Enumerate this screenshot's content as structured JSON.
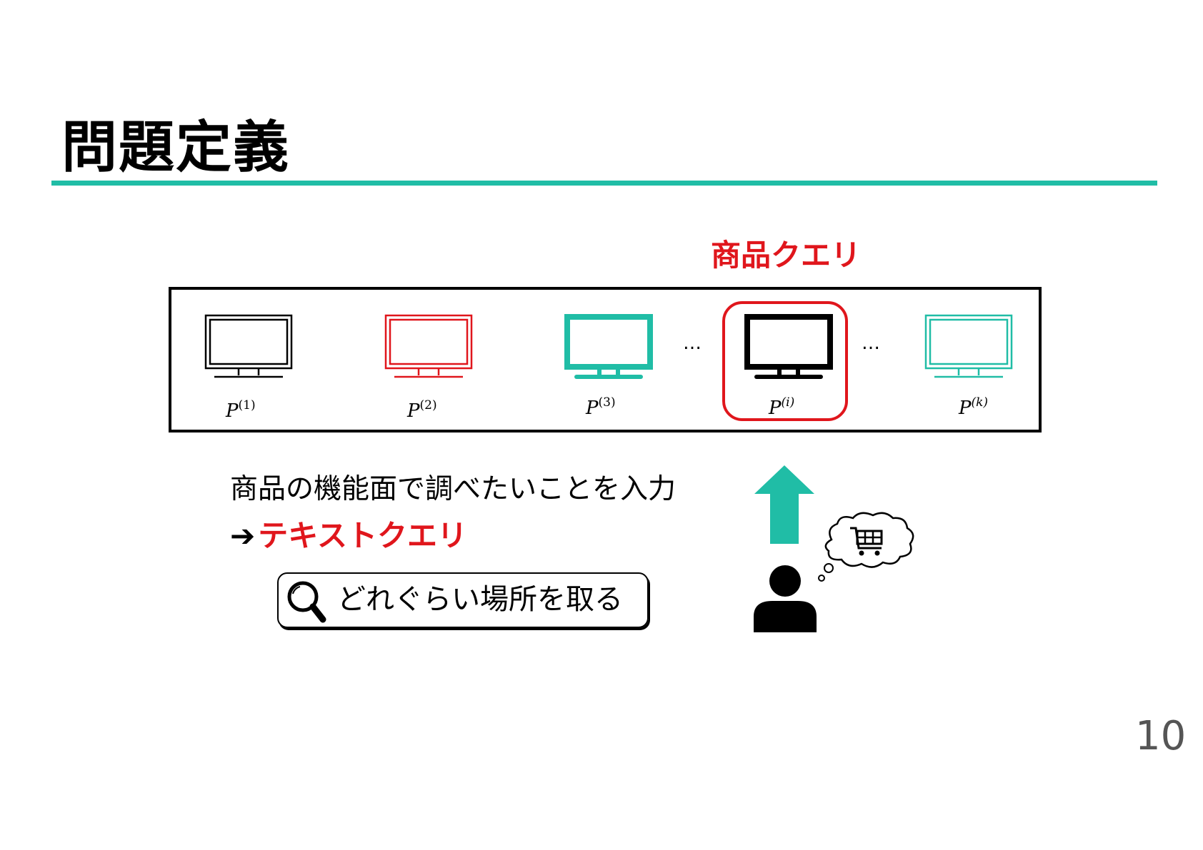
{
  "slide": {
    "title": "問題定義",
    "page_number": "10"
  },
  "colors": {
    "accent": "#20bda6",
    "highlight": "#e0161c",
    "text": "#000000"
  },
  "query_label": "商品クエリ",
  "products": [
    {
      "base": "P",
      "index": "(1)",
      "style": "outline-black",
      "icon": "monitor-icon"
    },
    {
      "base": "P",
      "index": "(2)",
      "style": "outline-red",
      "icon": "monitor-icon"
    },
    {
      "base": "P",
      "index": "(3)",
      "style": "solid-teal",
      "icon": "monitor-icon"
    },
    {
      "base": "P",
      "index": "(i)",
      "style": "solid-black",
      "icon": "monitor-icon"
    },
    {
      "base": "P",
      "index": "(k)",
      "style": "outline-teal",
      "icon": "monitor-icon"
    }
  ],
  "ellipsis": [
    "…",
    "…"
  ],
  "description": "商品の機能面で調べたいことを入力",
  "arrow_glyph": "➔",
  "text_query_label": "テキストクエリ",
  "search": {
    "icon": "search-icon",
    "query": "どれぐらい場所を取る"
  },
  "icons": {
    "up_arrow": "arrow-up-icon",
    "user": "user-icon",
    "thought": "thought-bubble-cart-icon"
  }
}
